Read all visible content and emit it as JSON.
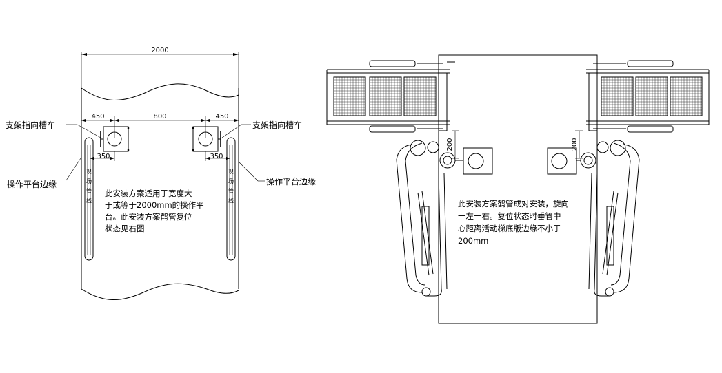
{
  "left_view": {
    "width_dim": "2000",
    "dim_left_offset": "450",
    "dim_center_gap": "800",
    "dim_right_offset": "450",
    "dim_left_rail": "350",
    "dim_right_rail": "350",
    "label_bracket_left": "支架指向槽车",
    "label_bracket_right": "支架指向槽车",
    "label_edge_left": "操作平台边缘",
    "label_edge_right": "操作平台边缘",
    "rail_text_left": [
      "现",
      "场",
      "管",
      "线"
    ],
    "rail_text_right": [
      "现",
      "场",
      "管",
      "线"
    ],
    "note_lines": [
      "此安装方案适用于宽度大",
      "于或等于2000mm的操作平",
      "台。此安装方案鹤管复位",
      "状态见右图"
    ]
  },
  "right_view": {
    "dim_left": "200",
    "dim_right": "200",
    "note_lines": [
      "此安装方案鹤管成对安装，旋向",
      "一左一右。复位状态时垂管中",
      "心距离活动梯底版边缘不小于",
      "200mm"
    ]
  }
}
